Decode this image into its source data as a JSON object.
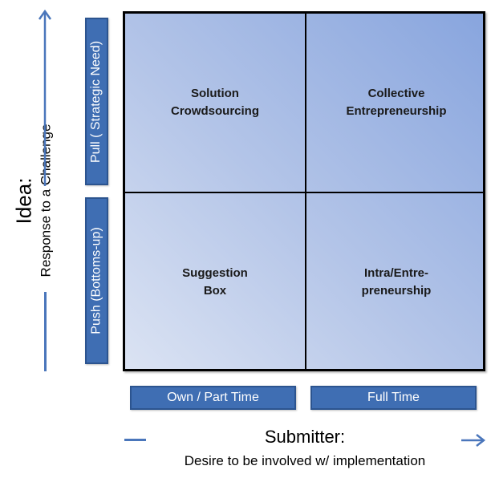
{
  "y_axis": {
    "title": "Idea:",
    "subtitle": "Response to a Challenge",
    "categories": [
      {
        "label": "Pull ( Strategic Need)",
        "position": "top"
      },
      {
        "label": "Push (Bottoms-up)",
        "position": "bottom"
      }
    ]
  },
  "x_axis": {
    "title": "Submitter:",
    "subtitle": "Desire to be involved w/ implementation",
    "categories": [
      {
        "label": "Own / Part Time",
        "position": "left"
      },
      {
        "label": "Full Time",
        "position": "right"
      }
    ]
  },
  "quadrants": {
    "top_left": {
      "line1": "Solution",
      "line2": "Crowdsourcing"
    },
    "top_right": {
      "line1": "Collective",
      "line2": "Entrepreneurship"
    },
    "bottom_left": {
      "line1": "Suggestion",
      "line2": "Box"
    },
    "bottom_right": {
      "line1": "Intra/Entre-",
      "line2": "preneurship"
    }
  },
  "colors": {
    "label_fill": "#3f6eb3",
    "axis_arrow": "#4a76bb",
    "grid_gradient_light": "#dbe3f3",
    "grid_gradient_dark": "#88a5de"
  }
}
